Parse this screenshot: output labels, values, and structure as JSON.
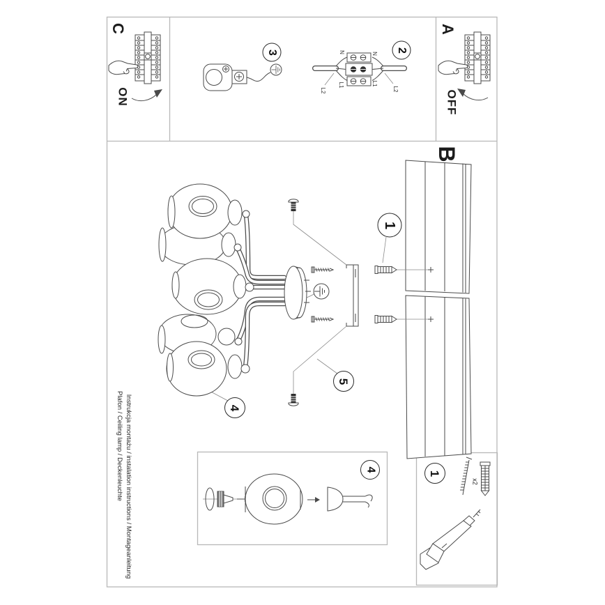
{
  "document": {
    "sections": {
      "a": {
        "label": "A",
        "action": "OFF"
      },
      "b": {
        "label": "B"
      },
      "c": {
        "label": "C",
        "action": "ON"
      }
    },
    "callouts": {
      "step1": "1",
      "step2": "2",
      "step3": "3",
      "step4": "4",
      "step5": "5",
      "detail4": "4",
      "parts1": "1"
    },
    "wiring": {
      "n_left": "N",
      "n_right": "N",
      "l1_left": "L1",
      "l1_right": "L1",
      "l2_left": "L2",
      "l2_right": "L2"
    },
    "parts": {
      "anchor_qty": "x2"
    },
    "footer": {
      "line1": "Instrukcja montażu / instalation instructions / Montageanleitung",
      "line2": "Plafon / Ceiling lamp / Deckenleuchte"
    }
  }
}
